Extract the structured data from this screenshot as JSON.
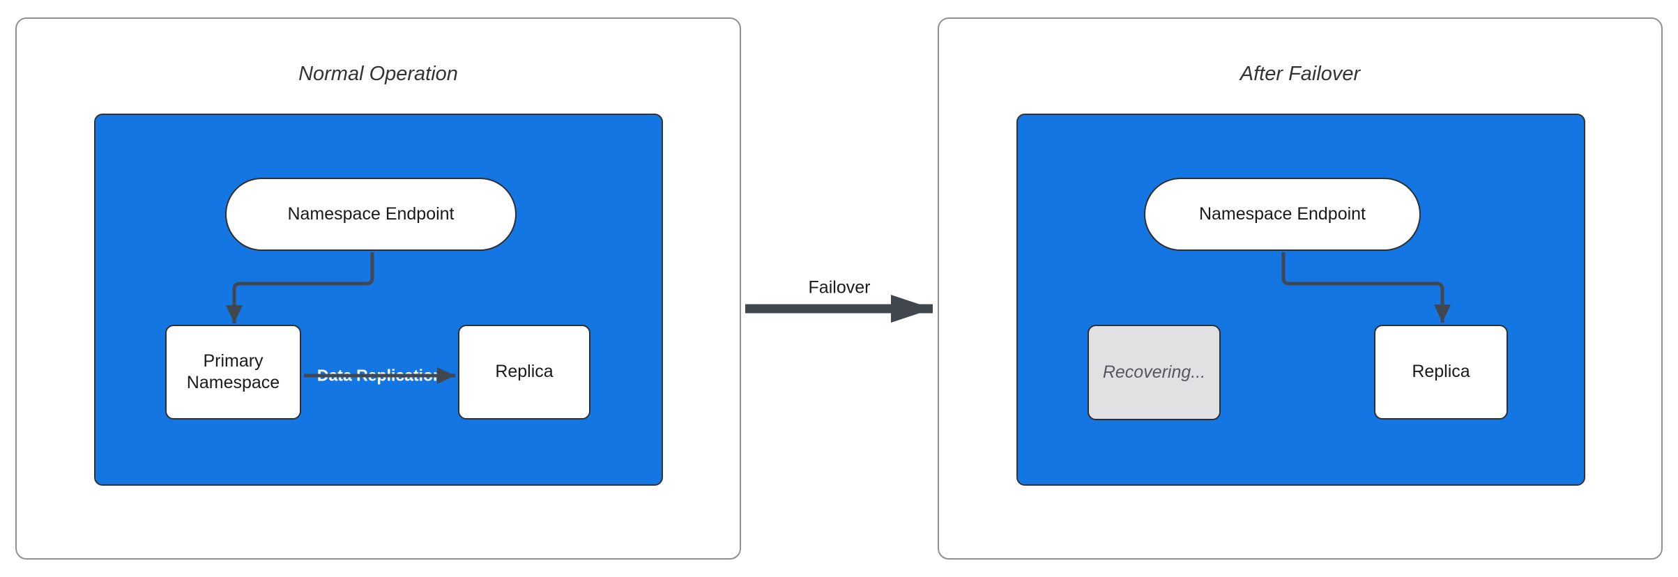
{
  "colors": {
    "cluster_fill": "#1476E2",
    "node_border": "#2E2E2E",
    "edge": "#40474F",
    "panel_border": "#909090",
    "recovering_fill": "#E1E1E4",
    "recovering_text": "#54585E",
    "title_text": "#333333",
    "node_text": "#1A1A1A",
    "edge_label_text": "#FFFFFF"
  },
  "panels": [
    {
      "title": "Normal Operation",
      "cluster": {
        "endpoint_label": "Namespace Endpoint",
        "nodes": [
          {
            "label": "Primary Namespace"
          },
          {
            "label": "Replica"
          }
        ],
        "edge_label": "Data Replication"
      }
    },
    {
      "title": "After Failover",
      "cluster": {
        "endpoint_label": "Namespace Endpoint",
        "nodes": [
          {
            "label": "Recovering..."
          },
          {
            "label": "Replica"
          }
        ]
      }
    }
  ],
  "failover_arrow": {
    "label": "Failover"
  }
}
